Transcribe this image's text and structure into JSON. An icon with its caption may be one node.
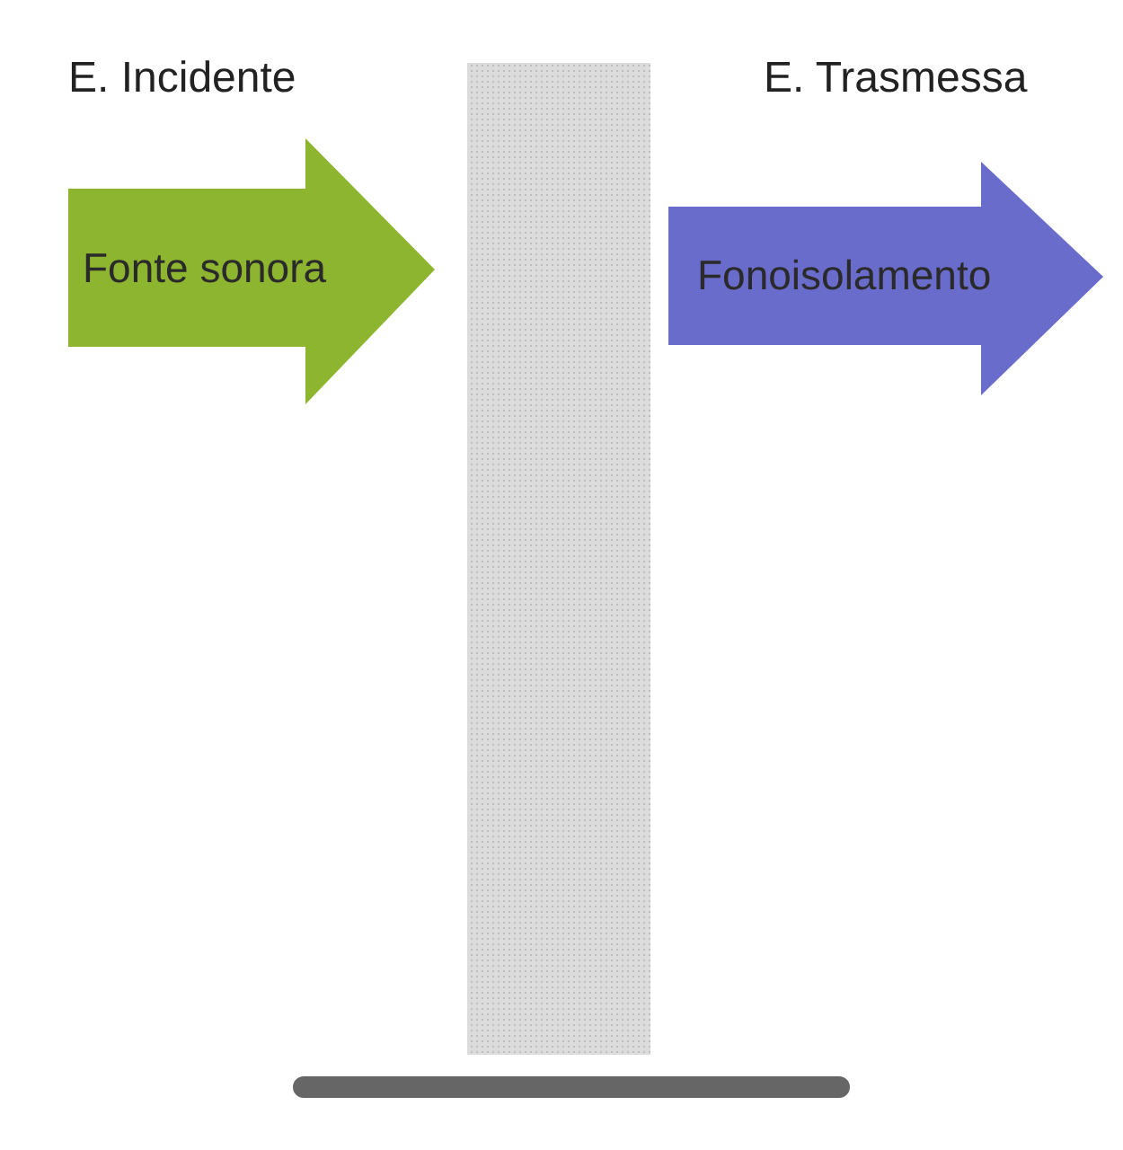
{
  "diagram": {
    "nodes": [
      {
        "text": [
          "E. Incidente",
          "Fonte sonora"
        ]
      },
      {
        "text": [
          "E. Trasmessa",
          "Fonoisolamento"
        ]
      }
    ]
  }
}
